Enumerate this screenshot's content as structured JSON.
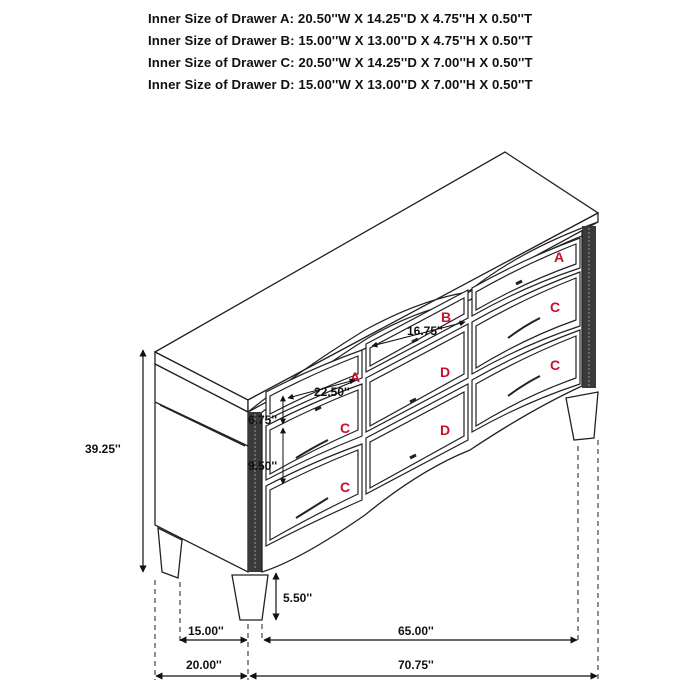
{
  "specs": [
    "Inner Size of Drawer A: 20.50''W X 14.25''D X 4.75''H X 0.50''T",
    "Inner Size of Drawer B: 15.00''W X 13.00''D X 4.75''H X 0.50''T",
    "Inner Size of Drawer C: 20.50''W X 14.25''D X 7.00''H X 0.50''T",
    "Inner Size of Drawer D: 15.00''W X 13.00''D X 7.00''H X 0.50''T"
  ],
  "drawer_labels": {
    "a": "A",
    "b": "B",
    "c": "C",
    "d": "D"
  },
  "dimensions": {
    "height": "39.25''",
    "drawer_a_width": "22.50''",
    "drawer_b_width": "16.75''",
    "drawer_a_height": "6.75''",
    "drawer_c_height": "9.50''",
    "leg_height": "5.50''",
    "inner_depth": "15.00''",
    "inner_width": "65.00''",
    "overall_depth": "20.00''",
    "overall_width": "70.75''"
  },
  "colors": {
    "label": "#c8102e",
    "line": "#222222"
  }
}
